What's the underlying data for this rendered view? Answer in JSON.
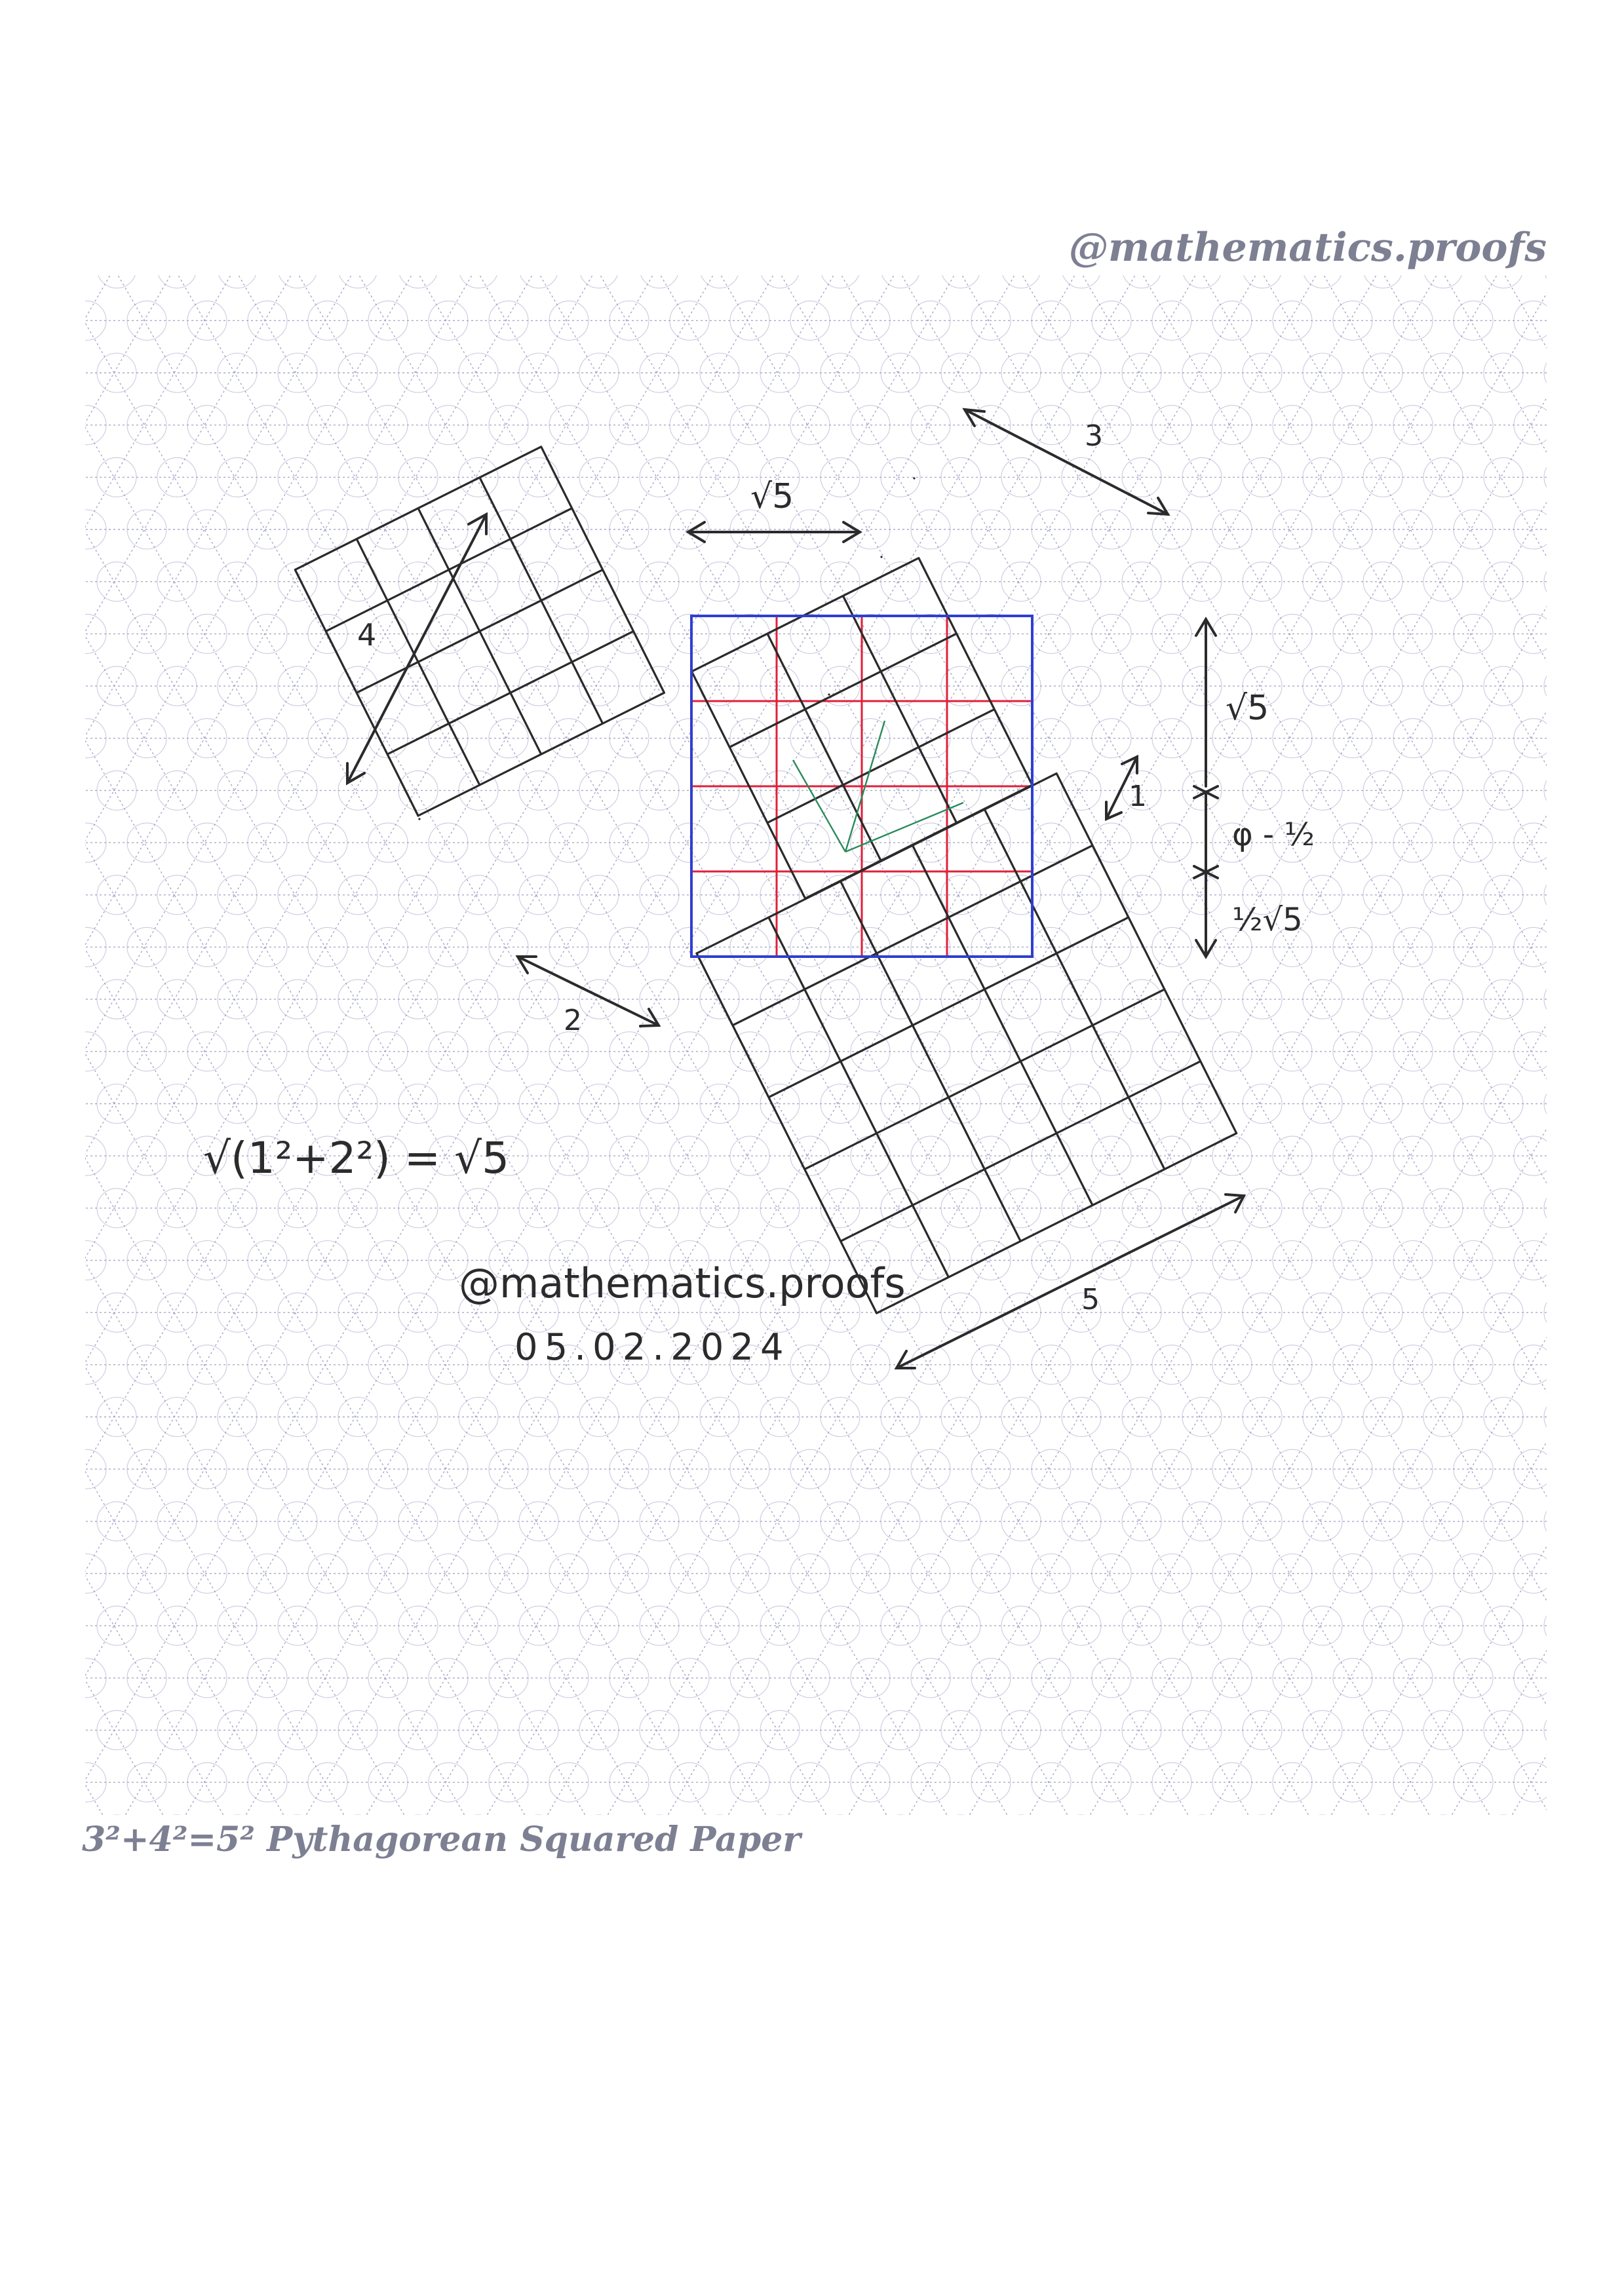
{
  "header": {
    "watermark": "@mathematics.proofs"
  },
  "footer": {
    "caption": "3²+4²=5² Pythagorean Squared Paper"
  },
  "colors": {
    "paper": "#ffffff",
    "dot_grid": "#8a8cb8",
    "ink": "#2a2a2a",
    "blue_square": "#2f3fd0",
    "red_grid": "#e0203a",
    "green_line": "#2a8a5a"
  },
  "labels": {
    "side_3": "3",
    "side_4": "4",
    "side_5": "5",
    "side_2": "2",
    "side_1": "1",
    "top_sqrt5": "√5",
    "right_sqrt5": "√5",
    "phi_minus_half": "φ - ½",
    "half_sqrt5": "½√5",
    "equation": "√(1²+2²) = √5",
    "signature": "@mathematics.proofs",
    "date": "05.02.2024"
  }
}
